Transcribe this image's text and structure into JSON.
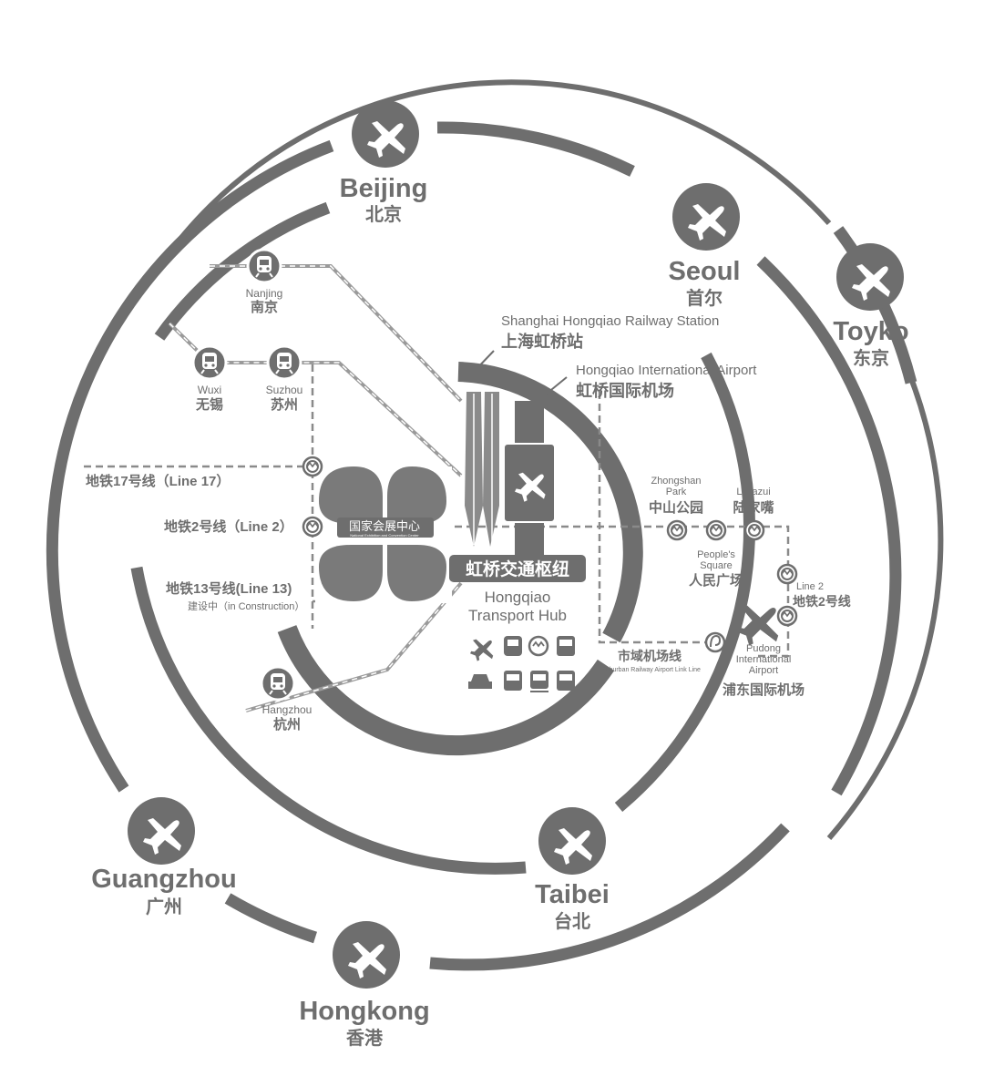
{
  "colors": {
    "primary": "#6e6e6e",
    "rail": "#9a9a9a",
    "dash": "#8a8a8a",
    "background": "#ffffff"
  },
  "icons": {
    "airport": "airplane-icon",
    "train": "train-icon",
    "metro": "metro-icon",
    "maglev": "maglev-icon"
  },
  "cities": {
    "beijing": {
      "en": "Beijing",
      "zh": "北京"
    },
    "seoul": {
      "en": "Seoul",
      "zh": "首尔"
    },
    "tokyo": {
      "en": "Toyko",
      "zh": "东京"
    },
    "guangzhou": {
      "en": "Guangzhou",
      "zh": "广州"
    },
    "taibei": {
      "en": "Taibei",
      "zh": "台北"
    },
    "hongkong": {
      "en": "Hongkong",
      "zh": "香港"
    }
  },
  "rail_stations": {
    "nanjing": {
      "en": "Nanjing",
      "zh": "南京"
    },
    "wuxi": {
      "en": "Wuxi",
      "zh": "无锡"
    },
    "suzhou": {
      "en": "Suzhou",
      "zh": "苏州"
    },
    "hangzhou": {
      "en": "Hangzhou",
      "zh": "杭州"
    }
  },
  "hub": {
    "railway_station_en": "Shanghai Hongqiao Railway Station",
    "railway_station_zh": "上海虹桥站",
    "airport_en": "Hongqiao International Airport",
    "airport_zh": "虹桥国际机场",
    "name_zh": "虹桥交通枢纽",
    "name_en_line1": "Hongqiao",
    "name_en_line2": "Transport Hub"
  },
  "convention_center": {
    "zh": "国家会展中心",
    "en": "National Exhibition and Convention Center"
  },
  "metro_lines": {
    "line17": "地铁17号线（Line 17）",
    "line2": "地铁2号线（Line 2）",
    "line13": "地铁13号线(Line 13)",
    "line13_status": "建设中（in Construction）"
  },
  "metro_stations": {
    "zhongshan_en_1": "Zhongshan",
    "zhongshan_en_2": "Park",
    "zhongshan_zh": "中山公园",
    "lujiazui_en": "Lujiazui",
    "lujiazui_zh": "陆家嘴",
    "peoples_en_1": "People's",
    "peoples_en_2": "Square",
    "peoples_zh": "人民广场",
    "line2_en": "Line 2",
    "line2_zh": "地铁2号线"
  },
  "pudong": {
    "en_1": "Pudong",
    "en_2": "International",
    "en_3": "Airport",
    "zh": "浦东国际机场"
  },
  "suburban_link": {
    "zh": "市域机场线",
    "en": "Suburban Railway Airport Link Line"
  }
}
